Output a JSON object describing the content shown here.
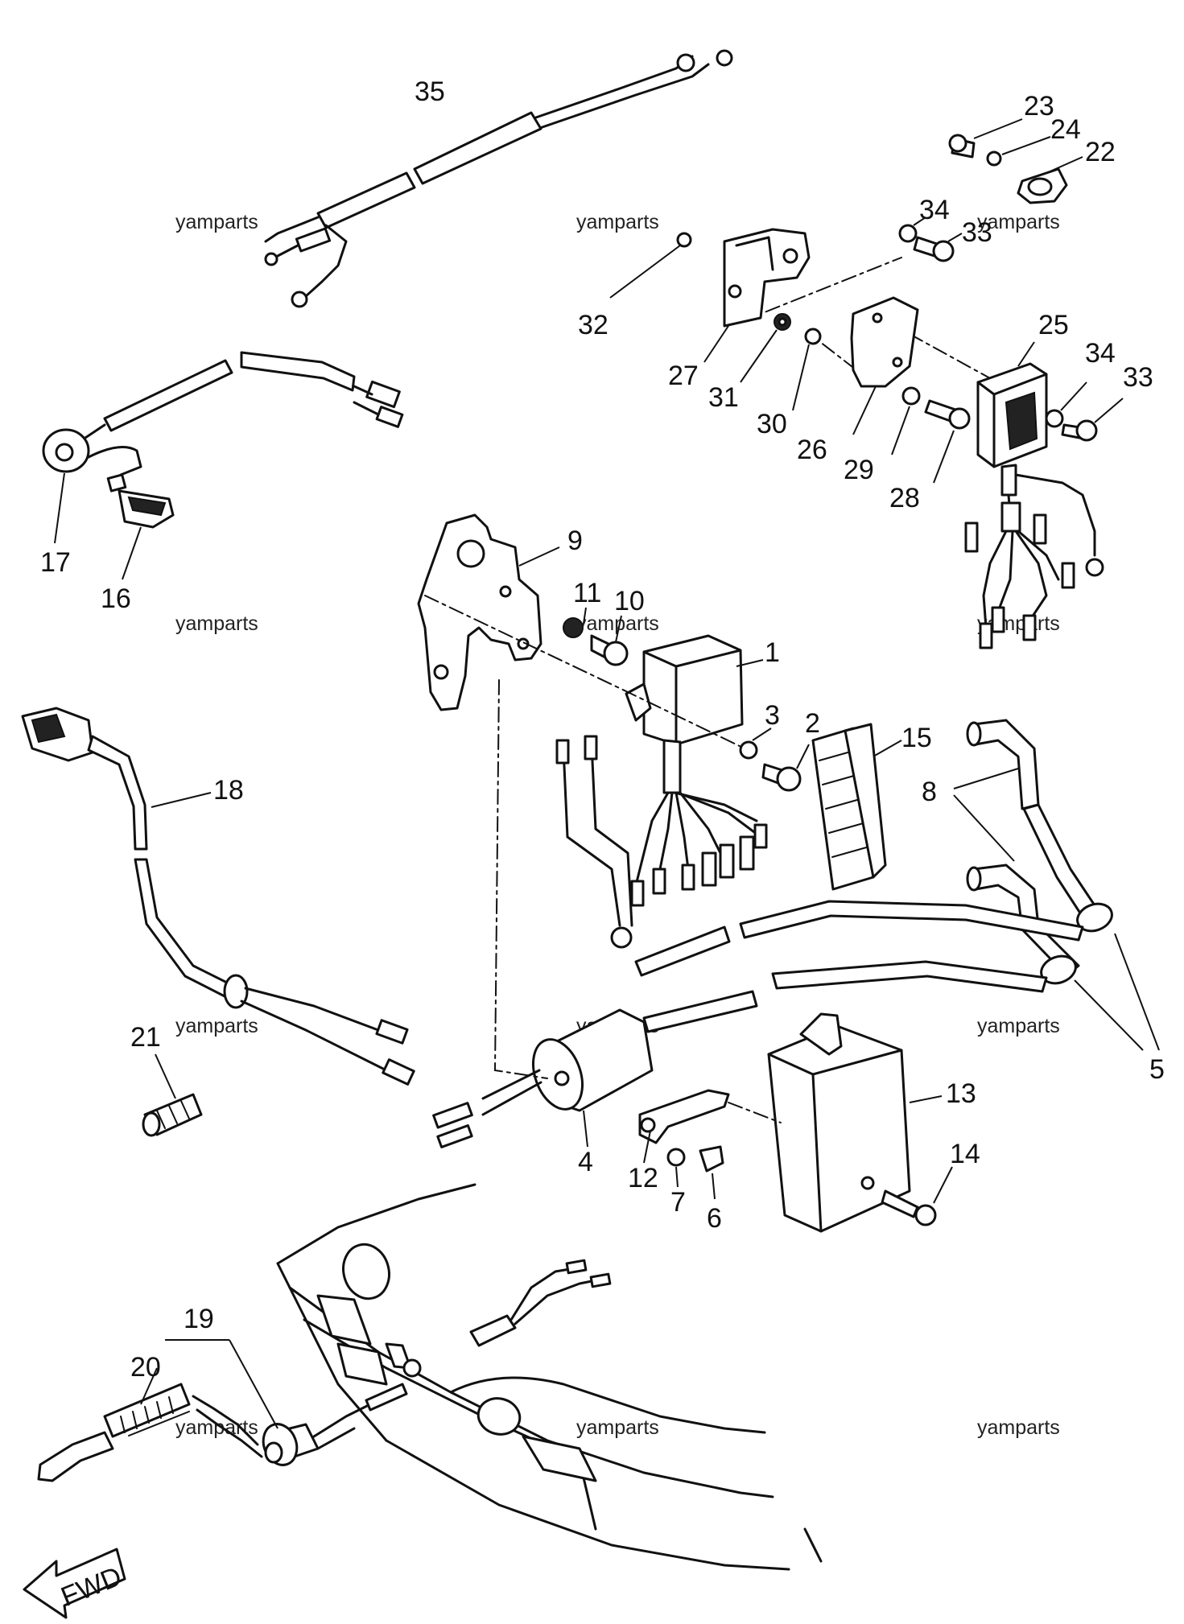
{
  "part_labels": {
    "p1": "1",
    "p2": "2",
    "p3": "3",
    "p4": "4",
    "p5": "5",
    "p6": "6",
    "p7": "7",
    "p8": "8",
    "p9": "9",
    "p10": "10",
    "p11": "11",
    "p12": "12",
    "p13": "13",
    "p14": "14",
    "p15": "15",
    "p16": "16",
    "p17": "17",
    "p18": "18",
    "p19": "19",
    "p20": "20",
    "p21": "21",
    "p22": "22",
    "p23": "23",
    "p24": "24",
    "p25": "25",
    "p26": "26",
    "p27": "27",
    "p28": "28",
    "p29": "29",
    "p30": "30",
    "p31": "31",
    "p32": "32",
    "p33a": "33",
    "p33b": "33",
    "p34a": "34",
    "p34b": "34",
    "p35": "35"
  },
  "watermark": "yamparts",
  "fwd_label": "FWD"
}
